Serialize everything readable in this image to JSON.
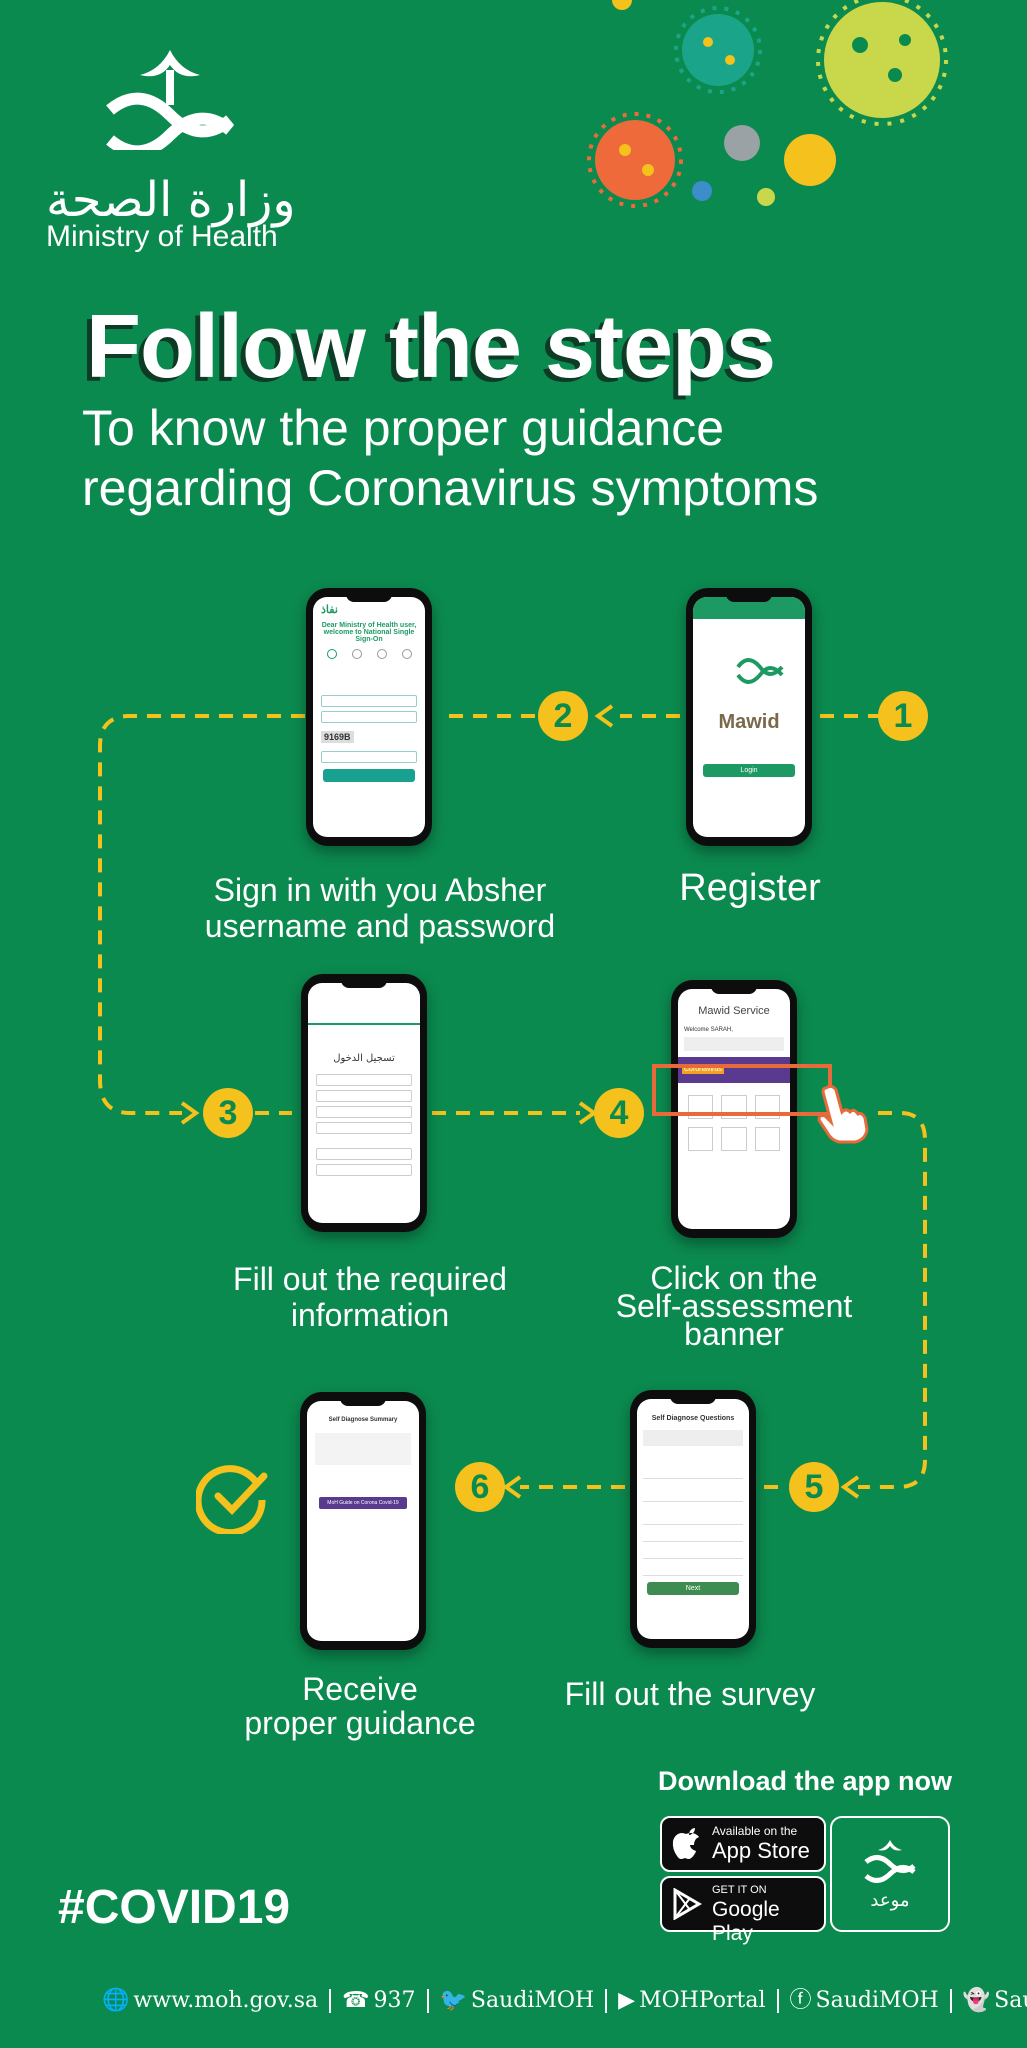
{
  "brand": {
    "name_ar": "وزارة الصحة",
    "name_en": "Ministry of Health"
  },
  "headline": {
    "title": "Follow the steps",
    "subtitle_line1": "To know the proper guidance",
    "subtitle_line2": "regarding Coronavirus symptoms"
  },
  "steps": [
    {
      "number": "1",
      "label_line1": "Register",
      "label_line2": "",
      "label_line3": ""
    },
    {
      "number": "2",
      "label_line1": "Sign in with you Absher",
      "label_line2": "username and password",
      "label_line3": ""
    },
    {
      "number": "3",
      "label_line1": "Fill out the required",
      "label_line2": "information",
      "label_line3": ""
    },
    {
      "number": "4",
      "label_line1": "Click on the",
      "label_line2": "Self-assessment",
      "label_line3": "banner"
    },
    {
      "number": "5",
      "label_line1": "Fill out the survey",
      "label_line2": "",
      "label_line3": ""
    },
    {
      "number": "6",
      "label_line1": "Receive",
      "label_line2": "proper guidance",
      "label_line3": ""
    }
  ],
  "screens": {
    "s1": {
      "app_name": "Mawid",
      "button": "Login"
    },
    "s2": {
      "brand": "نفاذ",
      "welcome": "Dear Ministry of Health user, welcome to National Single Sign-On",
      "captcha": "9169B"
    },
    "s3": {
      "heading": "تسجيل الدخول"
    },
    "s4": {
      "header": "Mawid Service",
      "welcome": "Welcome SARAH,",
      "banner": "Coronavirus"
    },
    "s5": {
      "header": "Self Diagnose Questions",
      "button": "Next"
    },
    "s6": {
      "header": "Self Diagnose Summary",
      "button": "MoH Guide on Corona Covid-19"
    }
  },
  "download": {
    "heading": "Download the app now",
    "appstore_small": "Available on the",
    "appstore_big": "App Store",
    "google_small": "GET IT ON",
    "google_big": "Google Play",
    "app_ar": "موعد"
  },
  "hashtag": "#COVID19",
  "footer": {
    "website": "www.moh.gov.sa",
    "phone": "937",
    "twitter": "SaudiMOH",
    "youtube": "MOHPortal",
    "facebook": "SaudiMOH",
    "snapchat": "Saudi_Moh"
  },
  "colors": {
    "background": "#0b8a4f",
    "accent": "#f4c11d",
    "dark": "#0d3b25"
  },
  "icons": [
    "globe-icon",
    "phone-icon",
    "twitter-icon",
    "youtube-icon",
    "facebook-icon",
    "snapchat-icon",
    "apple-icon",
    "play-icon",
    "checkmark-icon",
    "hand-pointer-icon",
    "virus-icon"
  ]
}
